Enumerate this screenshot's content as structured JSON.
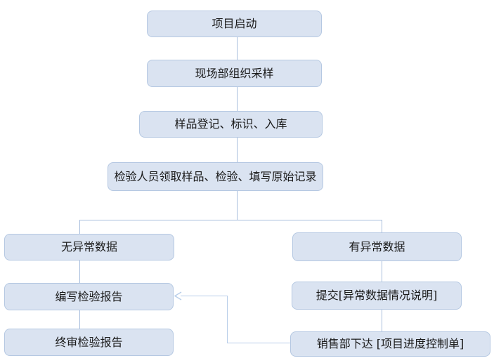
{
  "diagram": {
    "type": "flowchart",
    "background": "#ffffff",
    "colors": {
      "node_fill": "#dae3f1",
      "node_border": "#b5c8e2",
      "connector": "#a9bedd",
      "loop_arrow": "#b7cde9",
      "text": "#1a1a1a"
    },
    "nodes": {
      "start": {
        "label": "项目启动"
      },
      "sampling": {
        "label": "现场部组织采样"
      },
      "registration": {
        "label": "样品登记、标识、入库"
      },
      "inspection": {
        "label": "检验人员领取样品、检验、填写原始记录"
      },
      "no_abnormal": {
        "label": "无异常数据"
      },
      "abnormal": {
        "label": "有异常数据"
      },
      "write_report": {
        "label": "编写检验报告"
      },
      "submit_explanation": {
        "label": "提交[异常数据情况说明]"
      },
      "final_review": {
        "label": "终审检验报告"
      },
      "sales_issue": {
        "label": "销售部下达 [项目进度控制单]"
      }
    },
    "edges": [
      {
        "from": "start",
        "to": "sampling"
      },
      {
        "from": "sampling",
        "to": "registration"
      },
      {
        "from": "registration",
        "to": "inspection"
      },
      {
        "from": "inspection",
        "to": "no_abnormal"
      },
      {
        "from": "inspection",
        "to": "abnormal"
      },
      {
        "from": "no_abnormal",
        "to": "write_report"
      },
      {
        "from": "write_report",
        "to": "final_review"
      },
      {
        "from": "abnormal",
        "to": "submit_explanation"
      },
      {
        "from": "submit_explanation",
        "to": "sales_issue"
      },
      {
        "from": "sales_issue",
        "to": "write_report",
        "arrowhead": "left"
      }
    ]
  }
}
